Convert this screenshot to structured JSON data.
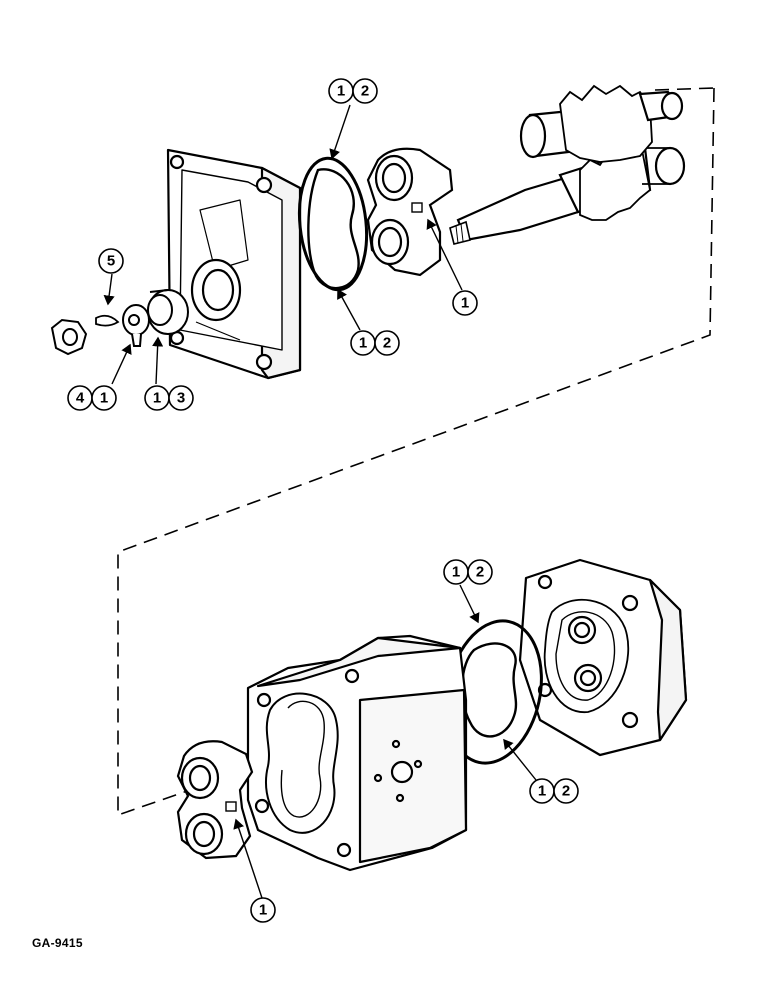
{
  "drawing_ref": "GA-9415",
  "callouts": {
    "top_ring_upper": [
      "1",
      "2"
    ],
    "top_ring_lower": [
      "1",
      "2"
    ],
    "top_bushing_key": [
      "1"
    ],
    "woodruff_key": [
      "5"
    ],
    "lock_washer": [
      "4",
      "1"
    ],
    "shaft_seal": [
      "1",
      "3"
    ],
    "bottom_ring_upper": [
      "1",
      "2"
    ],
    "bottom_ring_lower": [
      "1",
      "2"
    ],
    "bottom_bushing_key": [
      "1"
    ]
  }
}
